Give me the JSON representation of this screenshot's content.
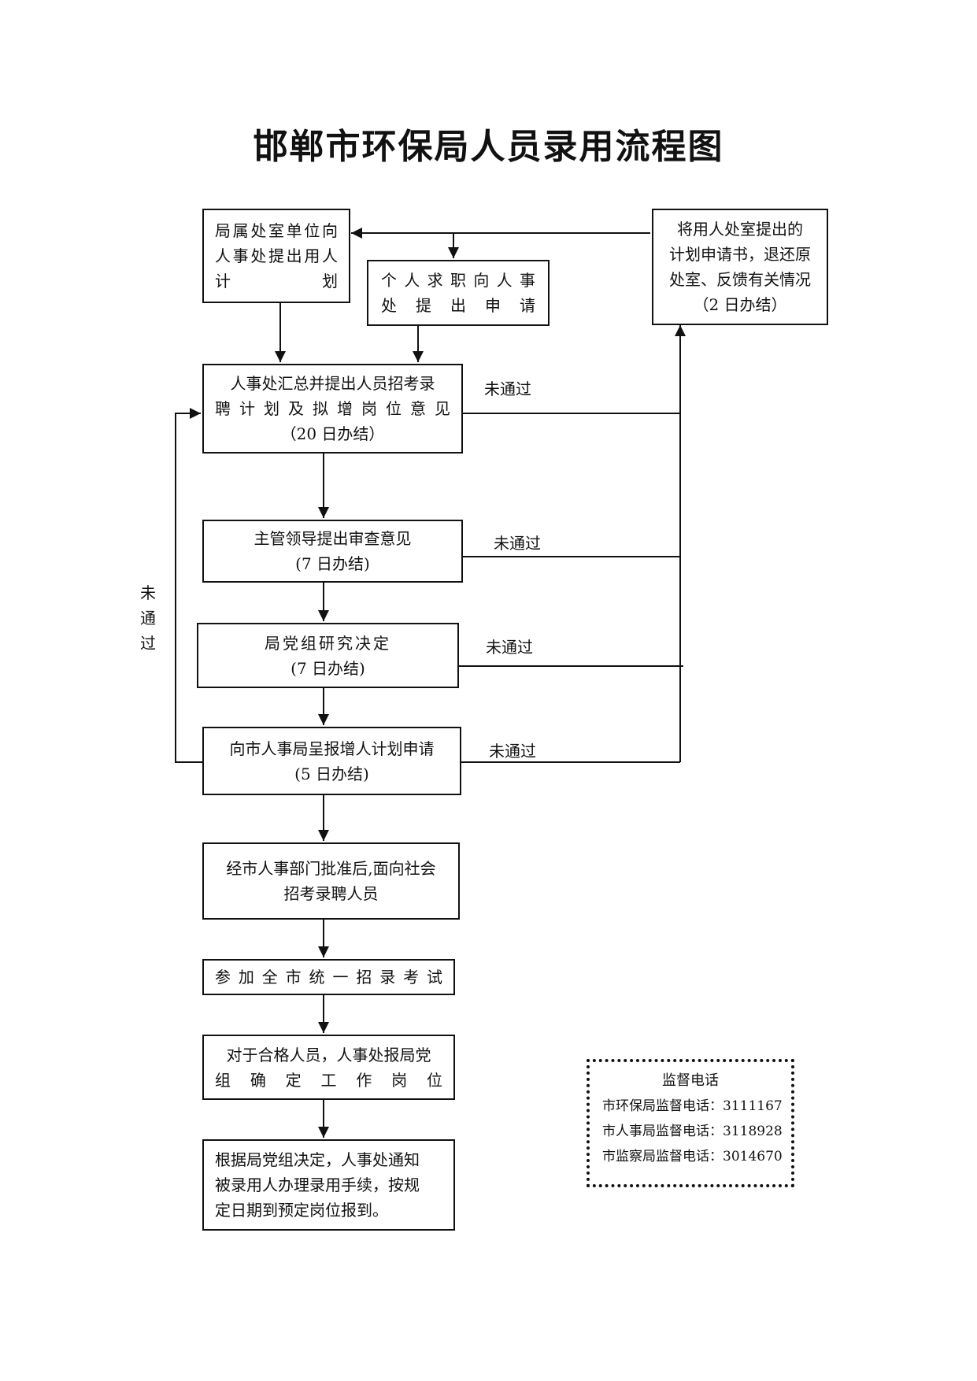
{
  "title": "邯郸市环保局人员录用流程图",
  "boxes": {
    "dept_plan": [
      "局属处室单位向",
      "人事处提出用人",
      "计　　　　　划"
    ],
    "personal": [
      "个人求职向人事",
      "处提出申请"
    ],
    "returned": [
      "将用人处室提出的",
      "计划申请书，退还原",
      "处室、反馈有关情况",
      "（2 日办结）"
    ],
    "hr_summary": [
      "人事处汇总并提出人员招考录",
      "聘计划及拟增岗位意见",
      "（20 日办结）"
    ],
    "leader_review": [
      "主管领导提出审查意见",
      "(7 日办结)"
    ],
    "party_decide": [
      "局党组研究决定",
      "(7 日办结)"
    ],
    "city_submit": [
      "向市人事局呈报增人计划申请",
      "(5 日办结)"
    ],
    "recruit": [
      "经市人事部门批准后,面向社会",
      "招考录聘人员"
    ],
    "exam": [
      "参加全市统一招录考试"
    ],
    "qualified": [
      "对于合格人员，人事处报局党",
      "组确定工作岗位"
    ],
    "notify": [
      "根据局党组决定，人事处通知",
      "被录用人办理录用手续，按规",
      "定日期到预定岗位报到。"
    ]
  },
  "labels": {
    "fail_1": "未通过",
    "fail_2": "未通过",
    "fail_3": "未通过",
    "fail_4": "未通过",
    "fail_left": [
      "未",
      "通",
      "过"
    ]
  },
  "monitor": {
    "title": "监督电话",
    "lines": [
      "市环保局监督电话：3111167",
      "市人事局监督电话：3118928",
      "市监察局监督电话：3014670"
    ]
  }
}
